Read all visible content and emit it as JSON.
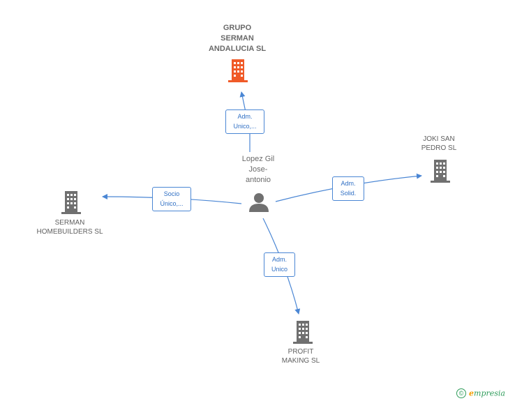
{
  "center": {
    "label": "Lopez Gil\nJose-\nantonio",
    "icon": "person-icon"
  },
  "nodes": {
    "grupo": {
      "label": "GRUPO\nSERMAN\nANDALUCIA SL",
      "icon": "building-icon",
      "color": "#f05a28"
    },
    "joki": {
      "label": "JOKI SAN\nPEDRO  SL",
      "icon": "building-icon",
      "color": "#707070"
    },
    "serman": {
      "label": "SERMAN\nHOMEBUILDERS SL",
      "icon": "building-icon",
      "color": "#707070"
    },
    "profit": {
      "label": "PROFIT\nMAKING SL",
      "icon": "building-icon",
      "color": "#707070"
    }
  },
  "edges": {
    "grupo": "Adm.\nUnico,...",
    "joki": "Adm.\nSolid.",
    "serman": "Socio\nÚnico,...",
    "profit": "Adm.\nUnico"
  },
  "colors": {
    "edge": "#4a86d4",
    "label_text": "#2f6fc4"
  },
  "footer": {
    "copyright": "©",
    "brand_e": "e",
    "brand_rest": "mpresia"
  }
}
